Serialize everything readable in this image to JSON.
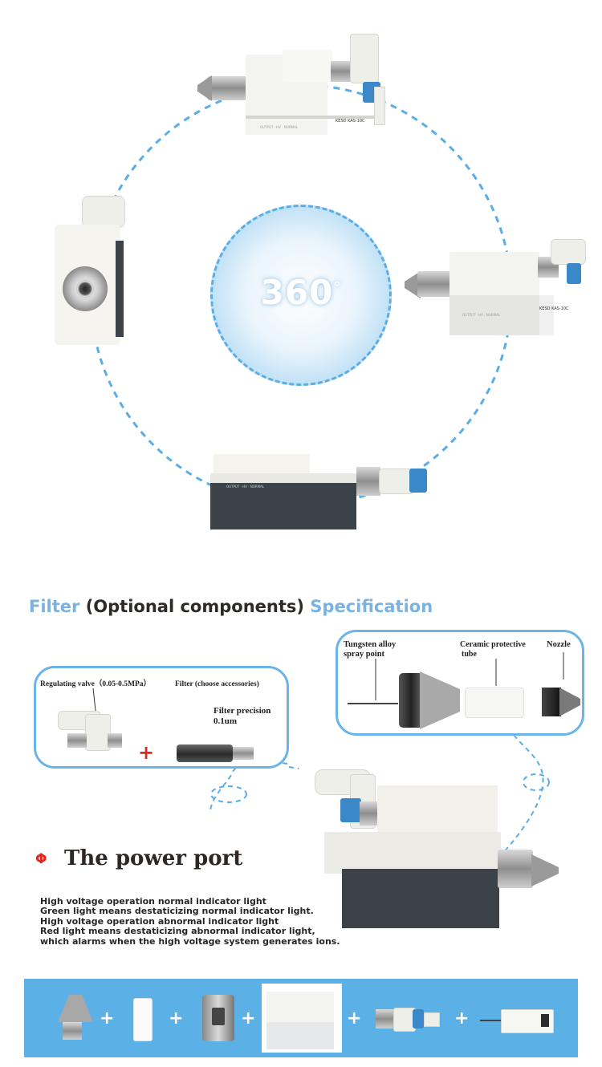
{
  "rotation": {
    "degree_value": "360",
    "degree_symbol": "°"
  },
  "device_markings": {
    "brand": "KESD",
    "model": "KAS-10C",
    "panel_labels": [
      "OUTPUT",
      "HV",
      "NORMAL"
    ]
  },
  "specification": {
    "title_part1": "Filter",
    "title_part2": "(Optional components)",
    "title_part3": "Specification"
  },
  "filter_box": {
    "regulating_valve": "Regulating valve（0.05-0.5MPa）",
    "filter": "Filter (choose accessories)",
    "precision_line1": "Filter precision",
    "precision_line2": "0.1um",
    "plus": "+"
  },
  "nozzle_box": {
    "tungsten_line1": "Tungsten alloy",
    "tungsten_line2": "spray point",
    "ceramic_line1": "Ceramic protective",
    "ceramic_line2": "tube",
    "nozzle": "Nozzle"
  },
  "power": {
    "icon": "Φ",
    "title": "The power port",
    "lines": [
      "High voltage operation normal indicator light",
      "Green light means destaticizing normal indicator light.",
      "High voltage operation abnormal indicator light",
      "Red light means destaticizing abnormal indicator light,",
      "which alarms when the high voltage system generates ions."
    ]
  },
  "components_band": {
    "plus": "+"
  },
  "colors": {
    "accent_blue": "#5bb1e6",
    "title_blue": "#7ab3e0",
    "plus_red": "#e0271f",
    "dark_text": "#2e2a25"
  }
}
